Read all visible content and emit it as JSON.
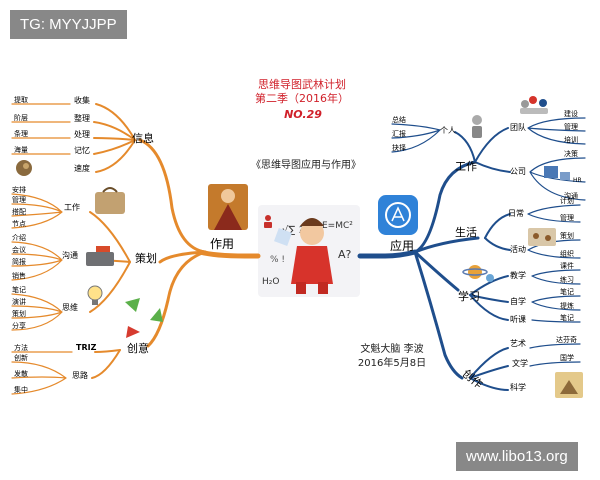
{
  "watermarks": {
    "top_left": "TG: MYYJJPP",
    "bottom_right": "www.libo13.org"
  },
  "header": {
    "title_line1": "思维导图武林计划",
    "title_line2": "第二季（2016年）",
    "number": "NO.29"
  },
  "center": {
    "title": "《思维导图应用与作用》",
    "author": "文魁大脑 李波",
    "date": "2016年5月8日"
  },
  "colors": {
    "left_branch": "#e07a20",
    "right_branch": "#1f4e8c",
    "title_red": "#d0202a"
  },
  "left": {
    "label": "作用",
    "branches": [
      {
        "label": "信息",
        "children": [
          {
            "label": "收集",
            "leaves": [
              "提取"
            ]
          },
          {
            "label": "整理",
            "leaves": [
              "阶层"
            ]
          },
          {
            "label": "处理",
            "leaves": [
              "条理"
            ]
          },
          {
            "label": "记忆",
            "leaves": [
              "海量"
            ]
          },
          {
            "label": "速度",
            "leaves": []
          }
        ]
      },
      {
        "label": "策划",
        "children": [
          {
            "label": "工作",
            "leaves": [
              "安排",
              "管理",
              "搭配",
              "节点"
            ]
          },
          {
            "label": "沟通",
            "leaves": [
              "介绍",
              "会议",
              "简报",
              "销售"
            ]
          },
          {
            "label": "思维",
            "leaves": [
              "笔记",
              "演讲",
              "策划",
              "分享"
            ]
          }
        ]
      },
      {
        "label": "创意",
        "children": [
          {
            "label": "TRIZ",
            "leaves": [
              "方法"
            ]
          },
          {
            "label": "思路",
            "leaves": [
              "创新",
              "发散",
              "集中"
            ]
          }
        ]
      }
    ]
  },
  "right": {
    "label": "应用",
    "branches": [
      {
        "label": "工作",
        "children": [
          {
            "label": "个人",
            "leaves": [
              "总结",
              "汇报",
              "抉择"
            ]
          },
          {
            "label": "团队",
            "leaves": [
              "建设",
              "管理",
              "培训"
            ]
          },
          {
            "label": "公司",
            "leaves": [
              "决策",
              "HR",
              "沟通"
            ]
          }
        ]
      },
      {
        "label": "生活",
        "children": [
          {
            "label": "日常",
            "leaves": [
              "计划",
              "管理"
            ]
          },
          {
            "label": "活动",
            "leaves": [
              "策划",
              "组织"
            ]
          }
        ]
      },
      {
        "label": "学习",
        "children": [
          {
            "label": "教学",
            "leaves": [
              "课件",
              "练习"
            ]
          },
          {
            "label": "自学",
            "leaves": [
              "笔记",
              "提炼"
            ]
          },
          {
            "label": "听课",
            "leaves": [
              "笔记"
            ]
          }
        ]
      },
      {
        "label": "创作",
        "children": [
          {
            "label": "艺术",
            "leaves": [
              "达芬奇"
            ]
          },
          {
            "label": "文学",
            "leaves": [
              "国学"
            ]
          },
          {
            "label": "科学",
            "leaves": []
          }
        ]
      }
    ]
  },
  "icons": [
    "person-icon",
    "team-icon",
    "company-icon",
    "appstore-icon",
    "scholar-figure-icon",
    "bag-icon",
    "puzzle-icon",
    "network-icon",
    "bulb-icon",
    "recycle-icon",
    "planet-icon",
    "painting-icon",
    "food-icon"
  ]
}
